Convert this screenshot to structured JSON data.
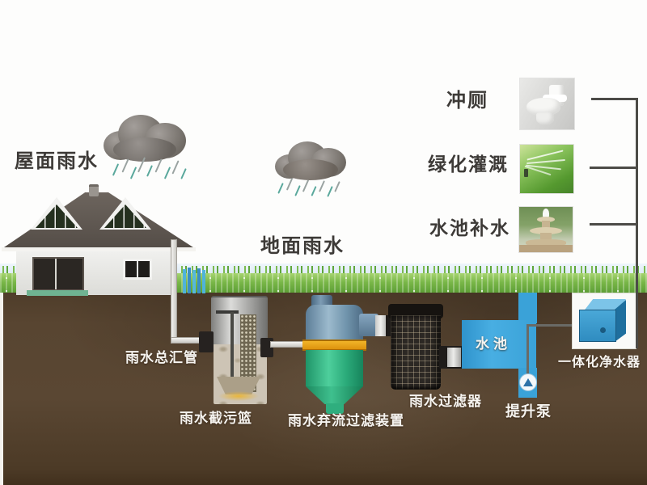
{
  "sources": {
    "roof_rain": "屋面雨水",
    "ground_rain": "地面雨水"
  },
  "system": {
    "main_pipe": "雨水总汇管",
    "interception_basket": "雨水截污篮",
    "diversion_filter": "雨水弃流过滤装置",
    "rain_filter": "雨水过滤器",
    "water_tank": "水池",
    "lift_pump": "提升泵",
    "purifier": "一体化净水器"
  },
  "usages": [
    {
      "label": "冲厕",
      "icon": "toilet-icon"
    },
    {
      "label": "绿化灌溉",
      "icon": "sprinkler-icon"
    },
    {
      "label": "水池补水",
      "icon": "fountain-icon"
    }
  ],
  "colors": {
    "tank_blue": "#3aa2d8",
    "device_green": "#2fae7e",
    "band_orange": "#e89a12",
    "device_steel_blue": "#7b9cb8",
    "soil_brown": "#55422f",
    "grass_green": "#6fae3f",
    "connector_line": "#4c4b47"
  }
}
